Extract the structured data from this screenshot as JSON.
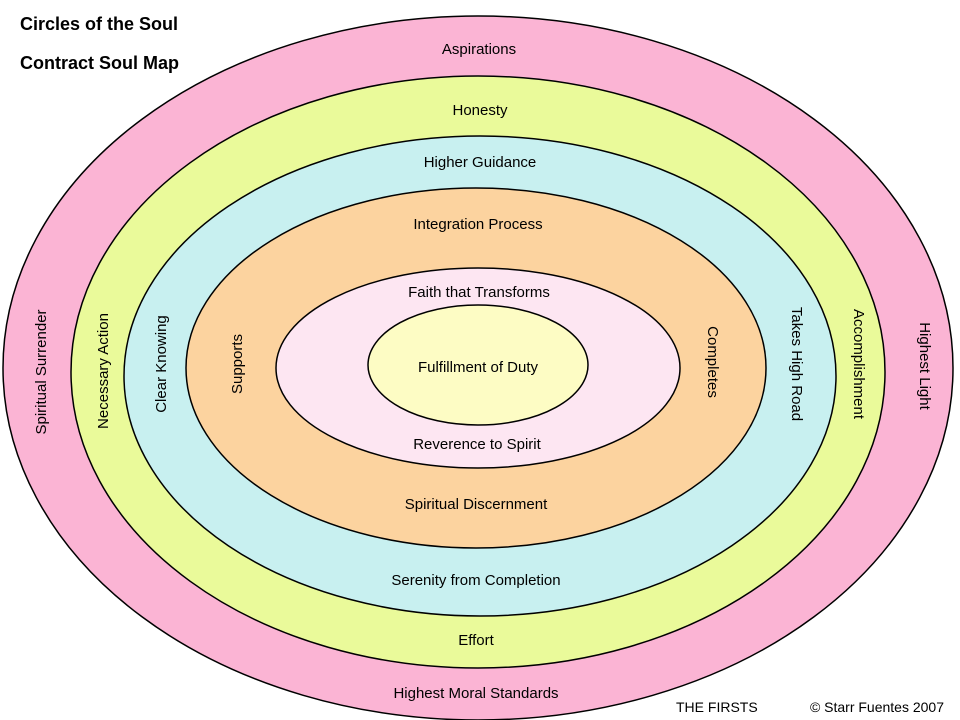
{
  "title_line1": "Circles of the Soul",
  "title_line2": "Contract Soul Map",
  "rings": [
    {
      "id": "ring-1",
      "color": "#fbb4d4",
      "top": "Aspirations",
      "bottom": "Highest Moral Standards",
      "left": "Spiritual Surrender",
      "right": "Highest Light"
    },
    {
      "id": "ring-2",
      "color": "#eafa9a",
      "top": "Honesty",
      "bottom": "Effort",
      "left": "Necessary Action",
      "right": "Accomplishment"
    },
    {
      "id": "ring-3",
      "color": "#c8f0f0",
      "top": "Higher Guidance",
      "bottom": "Serenity from Completion",
      "left": "Clear Knowing",
      "right": "Takes High Road"
    },
    {
      "id": "ring-4",
      "color": "#fcd39f",
      "top": "Integration Process",
      "bottom": "Spiritual Discernment",
      "left": "Supports",
      "right": "Completes"
    },
    {
      "id": "ring-5",
      "color": "#fde6f2",
      "top": "Faith that Transforms",
      "bottom": "Reverence to Spirit"
    }
  ],
  "center": {
    "color": "#fdfcc4",
    "label": "Fulfillment of Duty"
  },
  "footer": {
    "left": "THE FIRSTS",
    "right": "© Starr Fuentes 2007"
  }
}
